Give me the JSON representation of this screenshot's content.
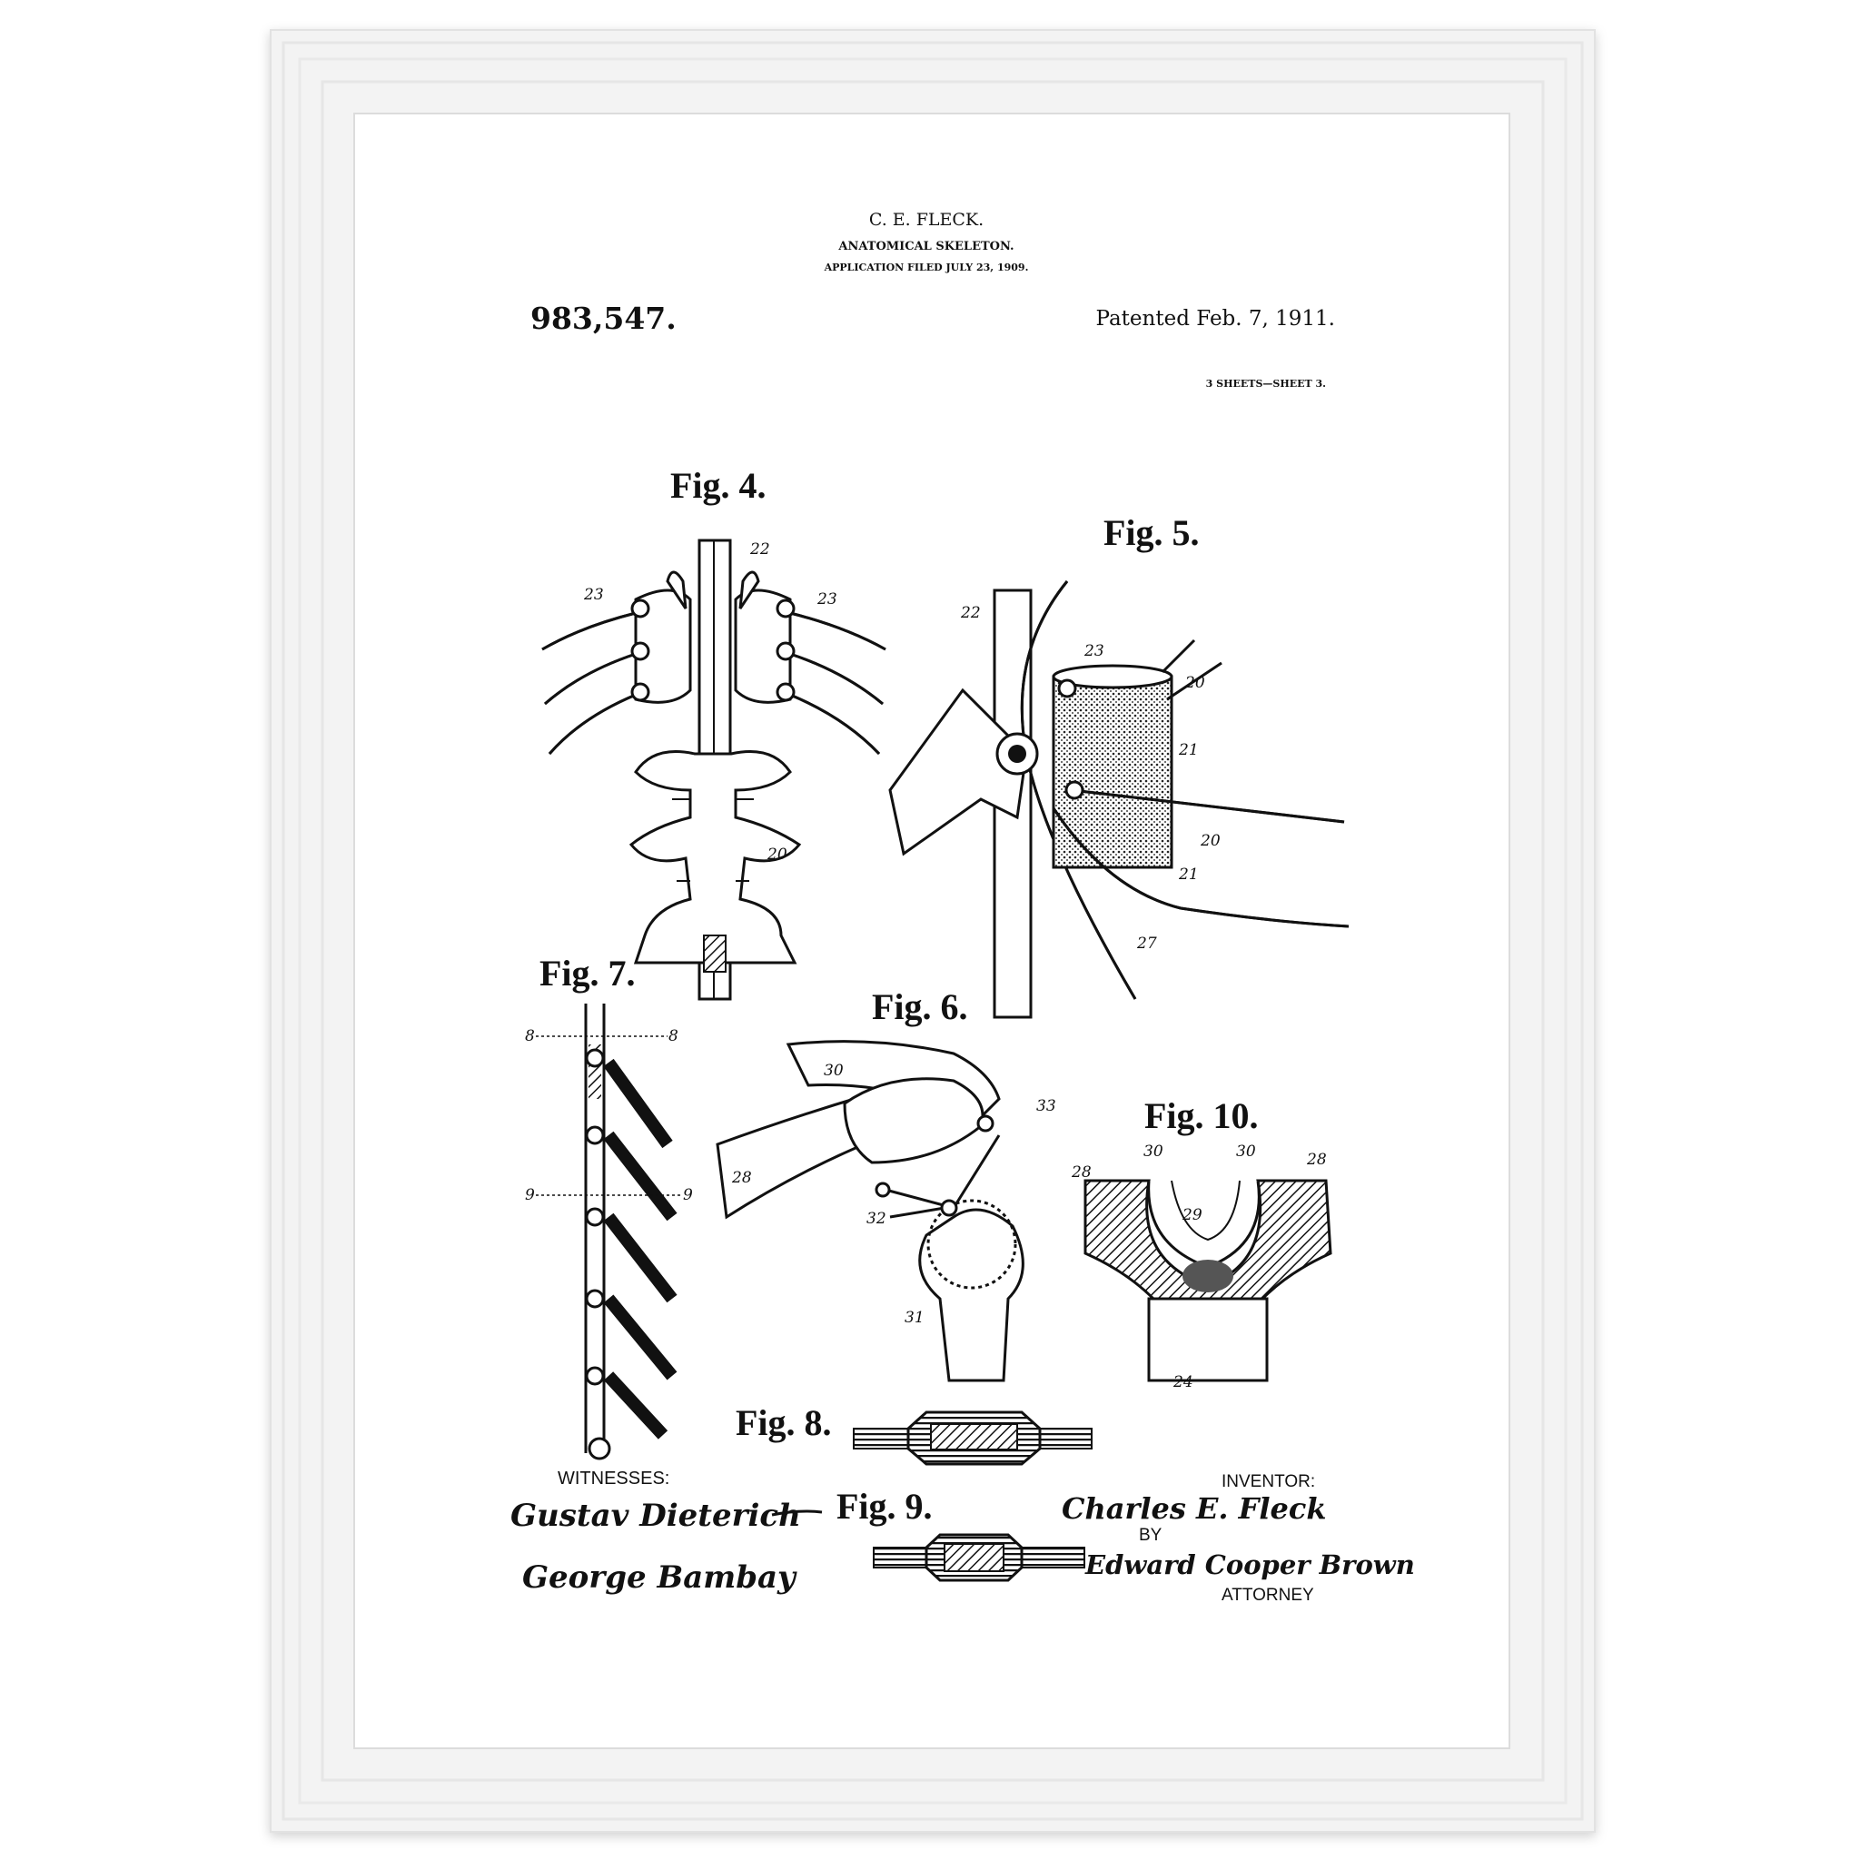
{
  "header": {
    "inventor": "C. E. FLECK.",
    "title": "ANATOMICAL SKELETON.",
    "application": "APPLICATION FILED JULY 23, 1909.",
    "patent_number": "983,547.",
    "patented": "Patented Feb. 7, 1911.",
    "sheets": "3 SHEETS—SHEET 3."
  },
  "figures": {
    "fig4": {
      "label": "Fig. 4.",
      "refs": [
        "22",
        "23",
        "23",
        "20"
      ]
    },
    "fig5": {
      "label": "Fig. 5.",
      "refs": [
        "22",
        "23",
        "20",
        "21",
        "20",
        "21",
        "27"
      ]
    },
    "fig6": {
      "label": "Fig. 6.",
      "refs": [
        "30",
        "33",
        "28",
        "32",
        "31"
      ]
    },
    "fig7": {
      "label": "Fig. 7.",
      "refs": [
        "8",
        "8",
        "9",
        "9"
      ]
    },
    "fig8": {
      "label": "Fig. 8."
    },
    "fig9": {
      "label": "Fig. 9."
    },
    "fig10": {
      "label": "Fig. 10.",
      "refs": [
        "28",
        "30",
        "30",
        "28",
        "29",
        "24"
      ]
    }
  },
  "footer": {
    "witnesses_label": "WITNESSES:",
    "witness_1": "Gustav Dieterich",
    "witness_2": "George Bambay",
    "inventor_label": "INVENTOR:",
    "inventor_signature": "Charles E. Fleck",
    "by_label": "BY",
    "attorney_signature": "Edward Cooper Brown",
    "attorney_label": "ATTORNEY"
  },
  "colors": {
    "frame": "#f4f4f4",
    "paper": "#ffffff",
    "ink": "#111111"
  }
}
